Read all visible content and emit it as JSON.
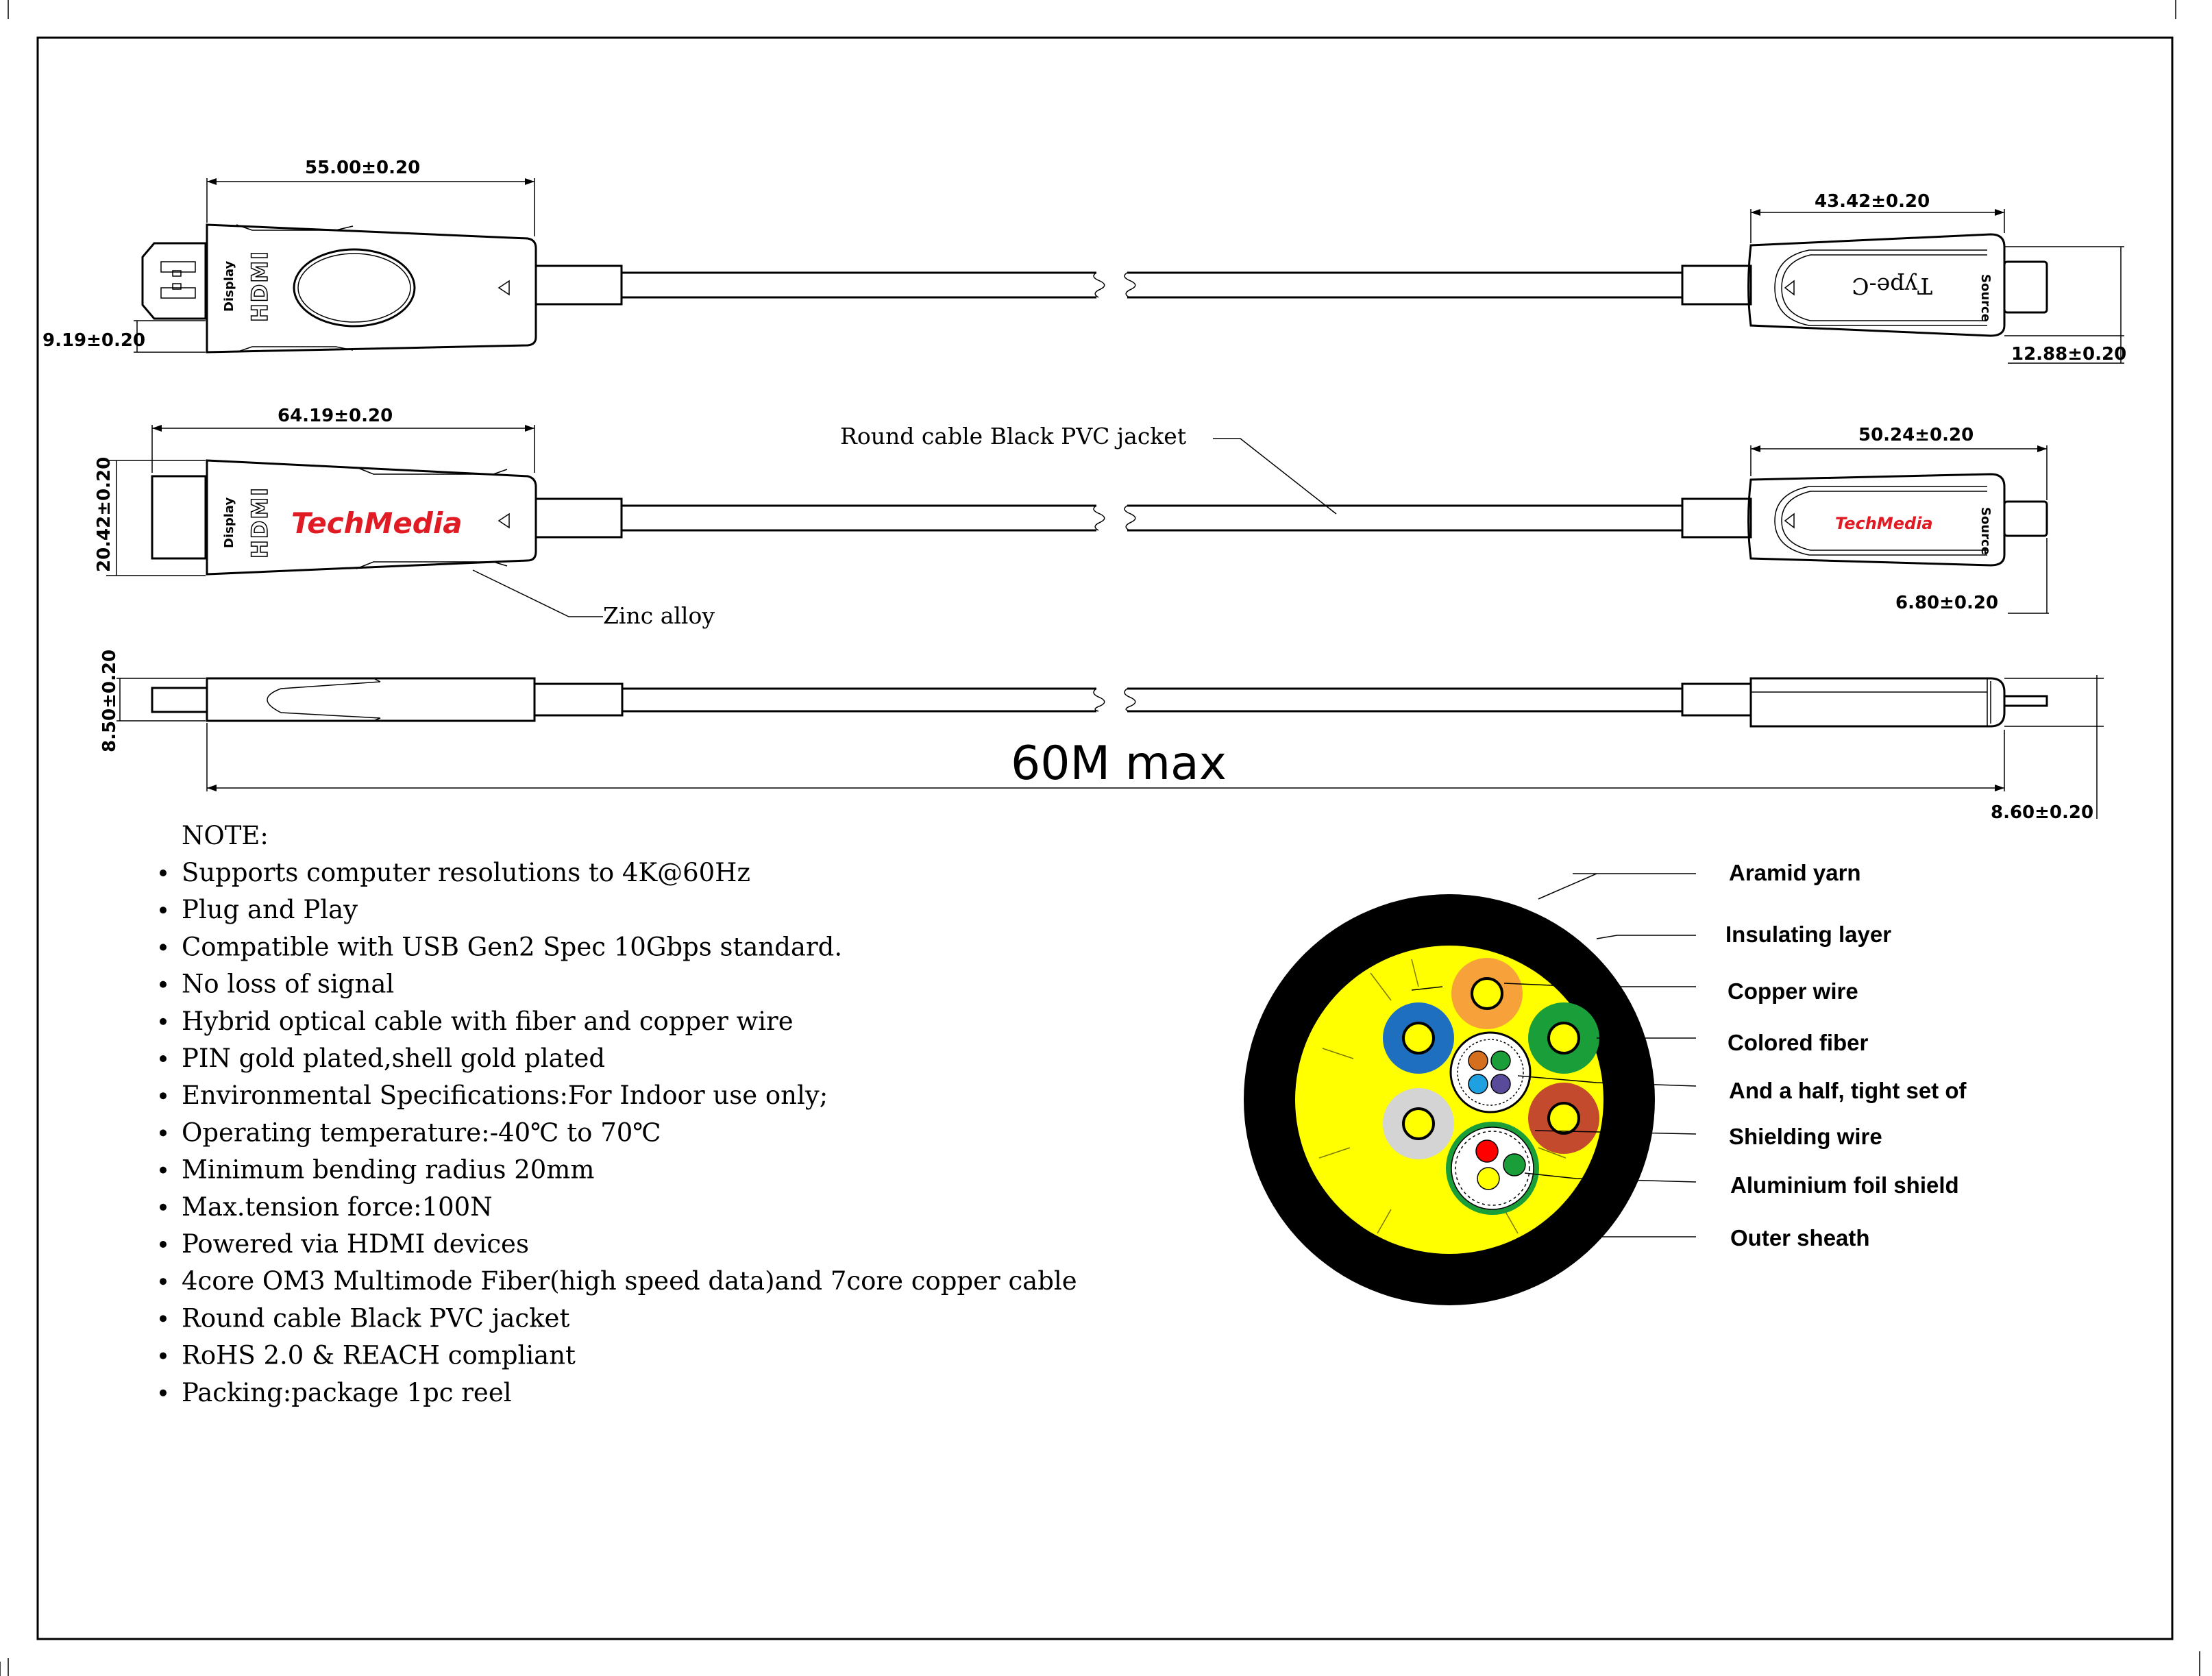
{
  "dimensions": {
    "top_hdmi_length": "55.00±0.20",
    "top_hdmi_thickness": "9.19±0.20",
    "top_typec_length": "43.42±0.20",
    "top_typec_width": "12.88±0.20",
    "mid_hdmi_length": "64.19±0.20",
    "mid_hdmi_width": "20.42±0.20",
    "mid_typec_length": "50.24±0.20",
    "mid_typec_plug": "6.80±0.20",
    "side_hdmi_thickness": "8.50±0.20",
    "side_typec_thickness": "8.60±0.20",
    "cable_length": "60M max"
  },
  "callouts": {
    "jacket": "Round cable Black PVC jacket",
    "zinc": "Zinc alloy"
  },
  "connector_text": {
    "display": "Display",
    "hdmi": "HDMI",
    "typec": "Type-C",
    "source": "Source",
    "brand": "TechMedia"
  },
  "notes": {
    "title": "NOTE:",
    "items": [
      "Supports computer resolutions to 4K@60Hz",
      "Plug and Play",
      "Compatible with USB Gen2 Spec 10Gbps standard.",
      "No loss of signal",
      "Hybrid optical cable with fiber and copper wire",
      "PIN gold plated,shell gold plated",
      "Environmental Specifications:For Indoor use only;",
      "Operating temperature:-40℃ to 70℃",
      "Minimum bending radius 20mm",
      "Max.tension force:100N",
      "Powered via HDMI devices",
      "4core OM3 Multimode Fiber(high speed data)and 7core copper cable",
      "Round cable Black PVC jacket",
      "RoHS 2.0 & REACH compliant",
      "Packing:package 1pc reel"
    ]
  },
  "cross_section": {
    "labels": [
      "Aramid yarn",
      "Insulating layer",
      "Copper wire",
      "Colored fiber",
      "And a half, tight set of",
      "Shielding wire",
      "Aluminium foil shield",
      "Outer sheath"
    ],
    "colors": {
      "sheath": "#000000",
      "filler": "#ffff00",
      "orange": "#f7a13b",
      "blue": "#1f6fc1",
      "green": "#1a9e3a",
      "gray": "#d4d4d4",
      "red": "#c44a2e",
      "bright_red": "#ff0000",
      "brand": "#e01b24"
    }
  }
}
